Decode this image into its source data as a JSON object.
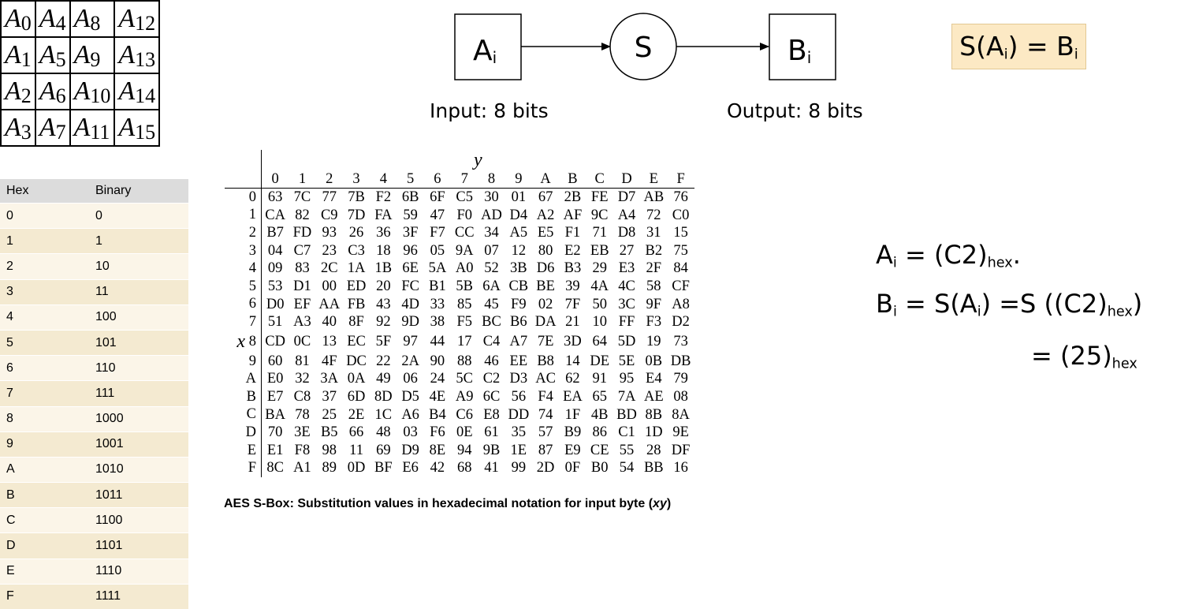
{
  "state_matrix": {
    "symbol": "A",
    "rows": [
      [
        "0",
        "4",
        "8",
        "12"
      ],
      [
        "1",
        "5",
        "9",
        "13"
      ],
      [
        "2",
        "6",
        "10",
        "14"
      ],
      [
        "3",
        "7",
        "11",
        "15"
      ]
    ]
  },
  "hex_binary": {
    "headers": [
      "Hex",
      "Binary"
    ],
    "rows": [
      [
        "0",
        "0"
      ],
      [
        "1",
        "1"
      ],
      [
        "2",
        "10"
      ],
      [
        "3",
        "11"
      ],
      [
        "4",
        "100"
      ],
      [
        "5",
        "101"
      ],
      [
        "6",
        "110"
      ],
      [
        "7",
        "111"
      ],
      [
        "8",
        "1000"
      ],
      [
        "9",
        "1001"
      ],
      [
        "A",
        "1010"
      ],
      [
        "B",
        "1011"
      ],
      [
        "C",
        "1100"
      ],
      [
        "D",
        "1101"
      ],
      [
        "E",
        "1110"
      ],
      [
        "F",
        "1111"
      ]
    ]
  },
  "flow": {
    "input_node": {
      "base": "A",
      "sub": "i"
    },
    "sbox_node": "S",
    "output_node": {
      "base": "B",
      "sub": "i"
    },
    "input_label": "Input: 8 bits",
    "output_label": "Output: 8 bits"
  },
  "equation_box": {
    "lhs": "S(A",
    "lhs_sub": "i",
    "mid": ") = B",
    "rhs_sub": "i"
  },
  "sbox": {
    "y_axis_label": "y",
    "x_axis_label": "x",
    "column_headers": [
      "0",
      "1",
      "2",
      "3",
      "4",
      "5",
      "6",
      "7",
      "8",
      "9",
      "A",
      "B",
      "C",
      "D",
      "E",
      "F"
    ],
    "row_headers": [
      "0",
      "1",
      "2",
      "3",
      "4",
      "5",
      "6",
      "7",
      "8",
      "9",
      "A",
      "B",
      "C",
      "D",
      "E",
      "F"
    ],
    "rows": [
      [
        "63",
        "7C",
        "77",
        "7B",
        "F2",
        "6B",
        "6F",
        "C5",
        "30",
        "01",
        "67",
        "2B",
        "FE",
        "D7",
        "AB",
        "76"
      ],
      [
        "CA",
        "82",
        "C9",
        "7D",
        "FA",
        "59",
        "47",
        "F0",
        "AD",
        "D4",
        "A2",
        "AF",
        "9C",
        "A4",
        "72",
        "C0"
      ],
      [
        "B7",
        "FD",
        "93",
        "26",
        "36",
        "3F",
        "F7",
        "CC",
        "34",
        "A5",
        "E5",
        "F1",
        "71",
        "D8",
        "31",
        "15"
      ],
      [
        "04",
        "C7",
        "23",
        "C3",
        "18",
        "96",
        "05",
        "9A",
        "07",
        "12",
        "80",
        "E2",
        "EB",
        "27",
        "B2",
        "75"
      ],
      [
        "09",
        "83",
        "2C",
        "1A",
        "1B",
        "6E",
        "5A",
        "A0",
        "52",
        "3B",
        "D6",
        "B3",
        "29",
        "E3",
        "2F",
        "84"
      ],
      [
        "53",
        "D1",
        "00",
        "ED",
        "20",
        "FC",
        "B1",
        "5B",
        "6A",
        "CB",
        "BE",
        "39",
        "4A",
        "4C",
        "58",
        "CF"
      ],
      [
        "D0",
        "EF",
        "AA",
        "FB",
        "43",
        "4D",
        "33",
        "85",
        "45",
        "F9",
        "02",
        "7F",
        "50",
        "3C",
        "9F",
        "A8"
      ],
      [
        "51",
        "A3",
        "40",
        "8F",
        "92",
        "9D",
        "38",
        "F5",
        "BC",
        "B6",
        "DA",
        "21",
        "10",
        "FF",
        "F3",
        "D2"
      ],
      [
        "CD",
        "0C",
        "13",
        "EC",
        "5F",
        "97",
        "44",
        "17",
        "C4",
        "A7",
        "7E",
        "3D",
        "64",
        "5D",
        "19",
        "73"
      ],
      [
        "60",
        "81",
        "4F",
        "DC",
        "22",
        "2A",
        "90",
        "88",
        "46",
        "EE",
        "B8",
        "14",
        "DE",
        "5E",
        "0B",
        "DB"
      ],
      [
        "E0",
        "32",
        "3A",
        "0A",
        "49",
        "06",
        "24",
        "5C",
        "C2",
        "D3",
        "AC",
        "62",
        "91",
        "95",
        "E4",
        "79"
      ],
      [
        "E7",
        "C8",
        "37",
        "6D",
        "8D",
        "D5",
        "4E",
        "A9",
        "6C",
        "56",
        "F4",
        "EA",
        "65",
        "7A",
        "AE",
        "08"
      ],
      [
        "BA",
        "78",
        "25",
        "2E",
        "1C",
        "A6",
        "B4",
        "C6",
        "E8",
        "DD",
        "74",
        "1F",
        "4B",
        "BD",
        "8B",
        "8A"
      ],
      [
        "70",
        "3E",
        "B5",
        "66",
        "48",
        "03",
        "F6",
        "0E",
        "61",
        "35",
        "57",
        "B9",
        "86",
        "C1",
        "1D",
        "9E"
      ],
      [
        "E1",
        "F8",
        "98",
        "11",
        "69",
        "D9",
        "8E",
        "94",
        "9B",
        "1E",
        "87",
        "E9",
        "CE",
        "55",
        "28",
        "DF"
      ],
      [
        "8C",
        "A1",
        "89",
        "0D",
        "BF",
        "E6",
        "42",
        "68",
        "41",
        "99",
        "2D",
        "0F",
        "B0",
        "54",
        "BB",
        "16"
      ]
    ],
    "caption_main": "AES S-Box: Substitution values in hexadecimal notation for input byte (",
    "caption_var": "xy",
    "caption_end": ")"
  },
  "example": {
    "line1": {
      "lhs": "A",
      "lhs_sub": "i",
      "eq": " = (C2)",
      "val_sub": "hex",
      "tail": "."
    },
    "line2": {
      "lhs": "B",
      "lhs_sub": "i",
      "eq": " =  S(A",
      "s_sub": "i",
      "mid": ") =S ((C2)",
      "val_sub": "hex",
      "tail": ")"
    },
    "line3": {
      "eq": "= (25)",
      "val_sub": "hex"
    }
  }
}
